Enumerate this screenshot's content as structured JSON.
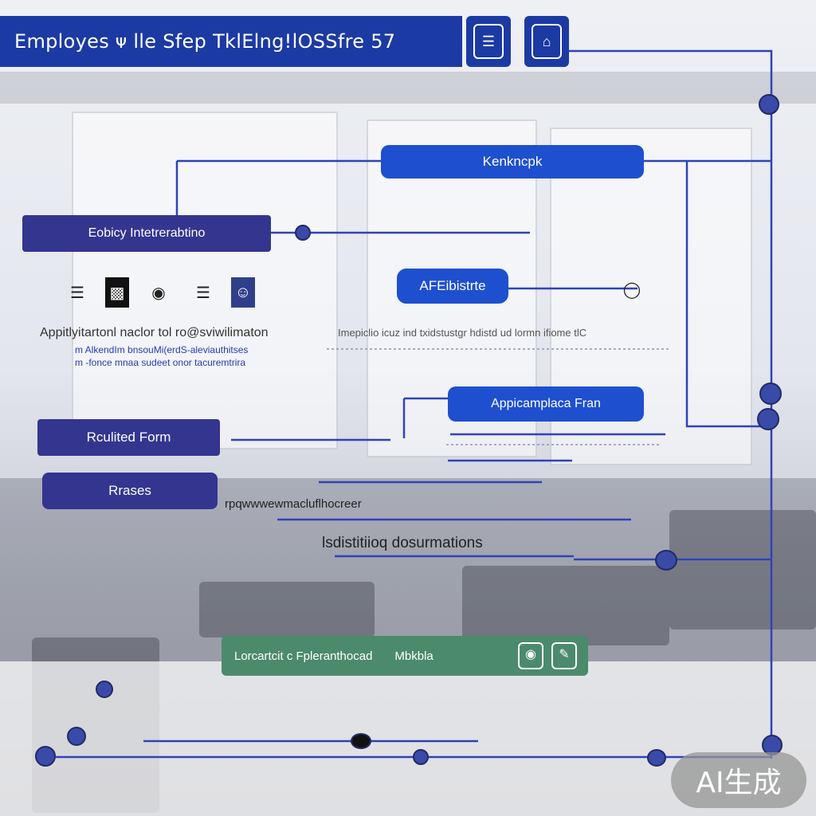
{
  "header": {
    "title": "Employes ᴪ lle Sfep TklElng!lOSSfre 57",
    "icon_left": "badge-icon",
    "icon_right": "house-icon"
  },
  "nodes": {
    "top_center": "Kenkncpk",
    "left_interview": "Eobicy Intetrerabtino",
    "applicant": "AFEibistrte",
    "application_form": "Appicamplaca Fran",
    "result_form": "Rculited Form",
    "rrases": "Rrases"
  },
  "captions": {
    "left_main": "Appitlyitartonl naclor tol ro@sviwilimaton",
    "left_sub1": "m AlkendIm bnsouMi(erdS-aleviauthitses",
    "left_sub2": "m -fonce mnaa sudeet onor tacuremtrira",
    "center_line": "Imepiclio icuz ind txidstustgr hdistd ud   lormn ifiome tlC",
    "mid_label": "rpqwwwewmacluflhocreer",
    "documents": "lsdistitiioq dosurmations"
  },
  "bottom_bar": {
    "left": "Lorcartcit c Fpleranthocad",
    "right": "Mbkbla",
    "icon_a": "scan-icon",
    "icon_b": "form-icon"
  },
  "doc_icons": [
    "document-icon",
    "chart-icon",
    "badge-icon",
    "document-icon",
    "profile-icon"
  ],
  "watermark": "AI生成",
  "colors": {
    "primary": "#1e4fcf",
    "navy": "#33358f",
    "header": "#1c3aa3",
    "green": "#4c8a6c",
    "connector": "#2f43b8"
  }
}
